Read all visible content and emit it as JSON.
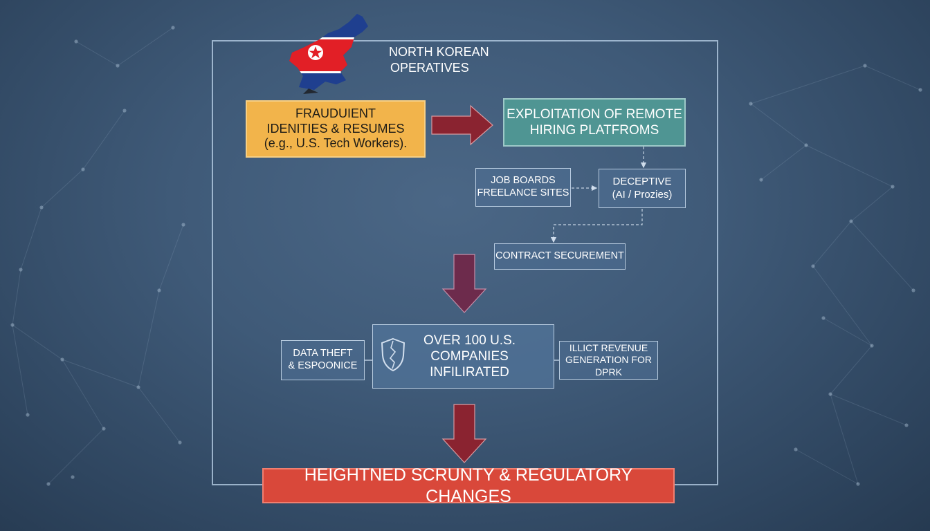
{
  "header": {
    "title_line1": "NORTH KOREAN",
    "title_line2": "OPERATIVES",
    "flag_icon": "north-korea-flag-map-icon"
  },
  "nodes": {
    "fraudulent": {
      "line1": "FRAUDUIENT",
      "line2": "IDENITIES & RESUMES",
      "line3": "(e.g., U.S. Tech Workers)."
    },
    "exploitation": {
      "line1": "EXPLOITATION OF REMOTE",
      "line2": "HIRING PLATFROMS"
    },
    "job_boards": {
      "line1": "JOB BOARDS",
      "line2": "FREELANCE SITES"
    },
    "deceptive": {
      "line1": "DECEPTIVE",
      "line2": "(AI / Prozies)"
    },
    "contract": {
      "label": "CONTRACT SECUREMENT"
    },
    "data_theft": {
      "line1": "DATA THEFT",
      "line2": "& ESPOONICE"
    },
    "infiltrated": {
      "line1": "OVER 100 U.S. COMPANIES",
      "line2": "INFILIRATED",
      "icon": "cracked-shield-icon"
    },
    "illicit": {
      "line1": "ILLICT REVENUE",
      "line2": "GENERATION FOR DPRK"
    },
    "outcome": {
      "label": "HEIGHTNED SCRUNTY & REGULATORY CHANGES"
    }
  },
  "colors": {
    "background": "#3f5a78",
    "yellow_box": "#f2b44b",
    "teal_box": "#4f9593",
    "red_box": "#d9483a",
    "arrow_dark_red": "#8a2330",
    "arrow_purple": "#6d2b4c",
    "frame_line": "#bed4eb"
  }
}
